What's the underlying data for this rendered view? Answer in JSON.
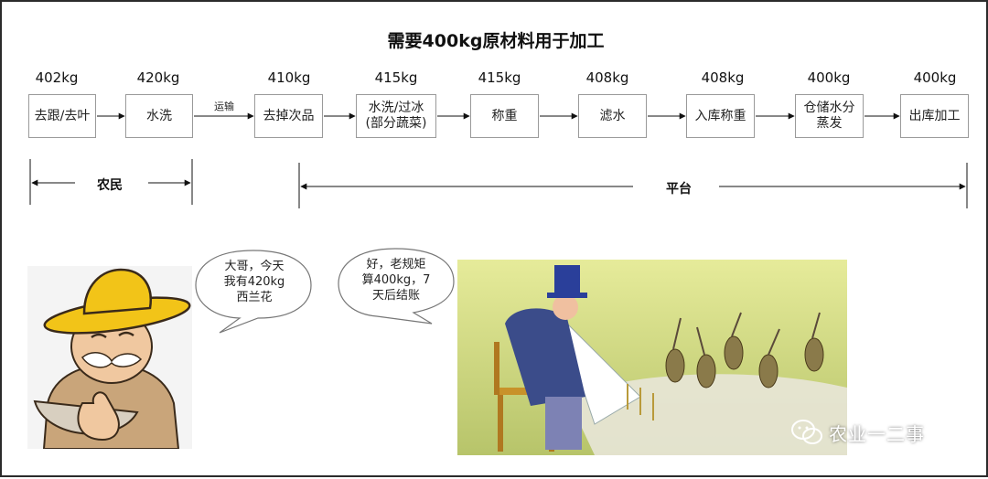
{
  "title": "需要400kg原材料用于加工",
  "steps": [
    {
      "label": "去跟/去叶",
      "weight": "402kg"
    },
    {
      "label": "水洗",
      "weight": "420kg"
    },
    {
      "label": "去掉次品",
      "weight": "410kg"
    },
    {
      "label": "水洗/过冰\n(部分蔬菜)",
      "weight": "415kg"
    },
    {
      "label": "称重",
      "weight": "415kg"
    },
    {
      "label": "滤水",
      "weight": "408kg"
    },
    {
      "label": "入库称重",
      "weight": "408kg"
    },
    {
      "label": "仓储水分\n蒸发",
      "weight": "400kg"
    },
    {
      "label": "出库加工",
      "weight": "400kg"
    }
  ],
  "transport_label": "运输",
  "ranges": {
    "farmer": "农民",
    "platform": "平台"
  },
  "speech": {
    "farmer": "大哥，今天\n我有420kg\n西兰花",
    "platform": "好，老规矩\n算400kg，7\n天后结账"
  },
  "watermark": "农业一二事",
  "colors": {
    "border": "#2b2b2b",
    "box_border": "#9a9a9a",
    "hat": "#f2c418",
    "photo_bg": "#e8ecb0"
  },
  "icons": [
    "farmer-cartoon",
    "merchant-illustration",
    "wechat-icon"
  ]
}
